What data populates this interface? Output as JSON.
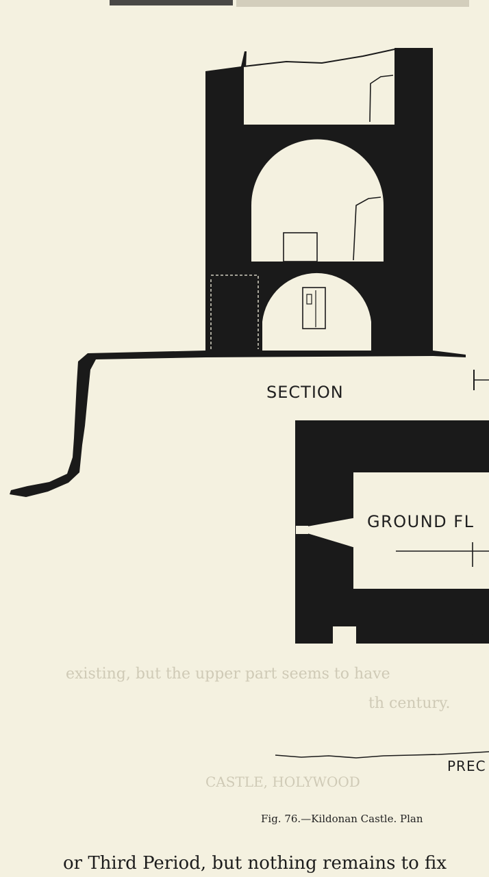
{
  "figure": {
    "section_label": "SECTION",
    "ground_floor_label": "GROUND FL",
    "preceding_label": "PREC"
  },
  "caption": "Fig. 76.—Kildonan Castle.  Plan",
  "body_text": "or Third Period, but nothing remains to fix",
  "bleed_through": {
    "line_1": "existing, but the upper part seems to have",
    "line_2": "th century.",
    "line_3": "CASTLE, HOLYWOOD"
  },
  "colors": {
    "paper": "#f4f1e0",
    "ink": "#1a1a1a"
  }
}
